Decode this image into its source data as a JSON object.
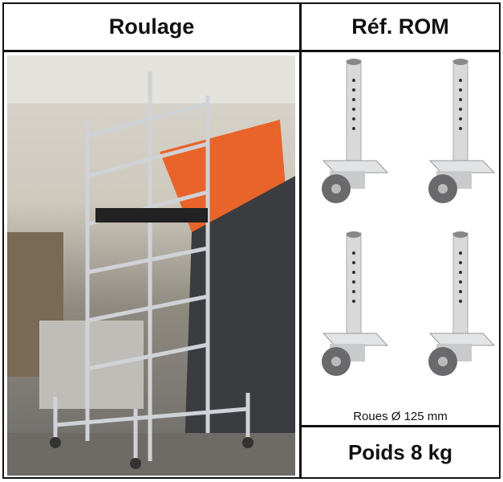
{
  "header": {
    "left_title": "Roulage",
    "right_title": "Réf. ROM"
  },
  "product": {
    "wheels_caption": "Roues Ø 125 mm",
    "weight_label": "Poids 8 kg"
  },
  "colors": {
    "border": "#111111",
    "accent_orange": "#e8642a"
  }
}
